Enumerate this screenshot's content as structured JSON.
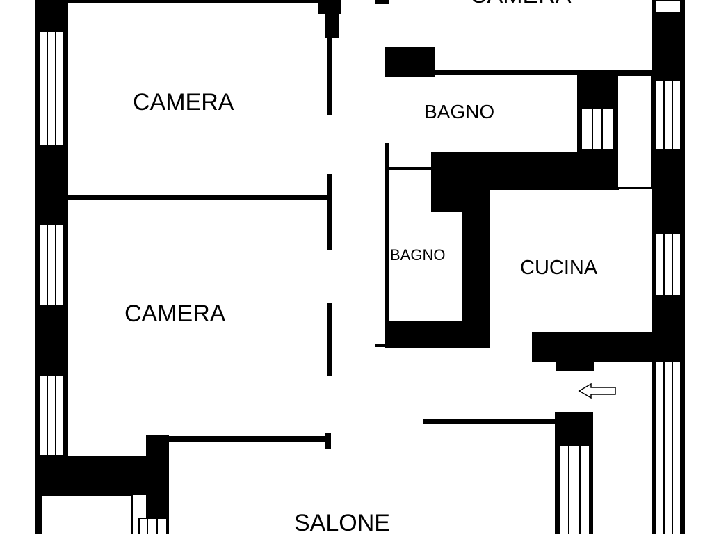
{
  "plan": {
    "rooms": [
      {
        "id": "camera-top-right",
        "label": "CAMERA"
      },
      {
        "id": "camera-1",
        "label": "CAMERA"
      },
      {
        "id": "camera-2",
        "label": "CAMERA"
      },
      {
        "id": "bagno-1",
        "label": "BAGNO"
      },
      {
        "id": "bagno-2",
        "label": "BAGNO"
      },
      {
        "id": "cucina",
        "label": "CUCINA"
      },
      {
        "id": "salone",
        "label": "SALONE"
      }
    ],
    "entrance_icon": "arrow-left-outline-icon",
    "wall_color": "#000000",
    "background_color": "#ffffff"
  }
}
